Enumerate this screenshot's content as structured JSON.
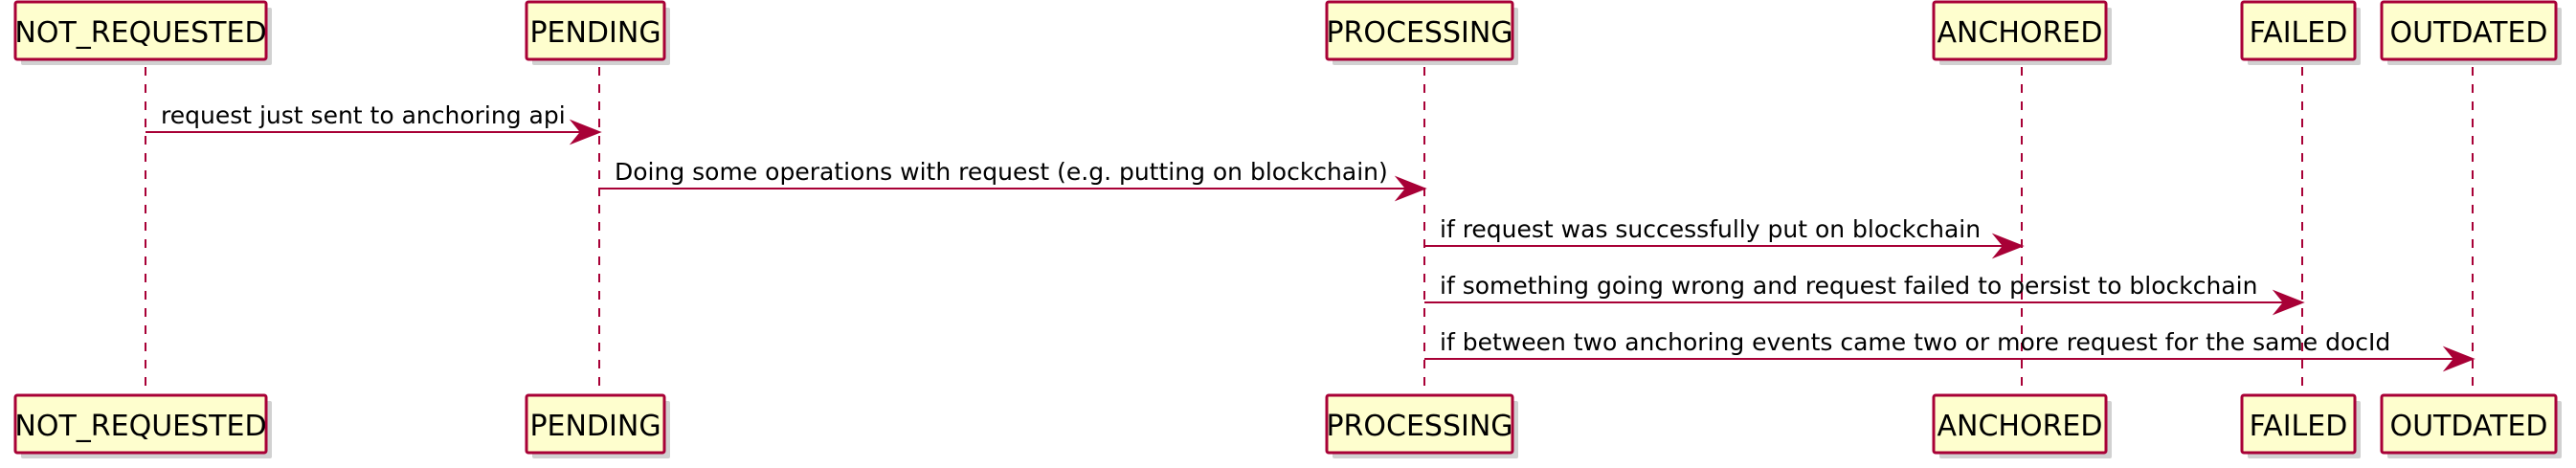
{
  "participants": [
    {
      "id": "not_requested",
      "label": "NOT_REQUESTED"
    },
    {
      "id": "pending",
      "label": "PENDING"
    },
    {
      "id": "processing",
      "label": "PROCESSING"
    },
    {
      "id": "anchored",
      "label": "ANCHORED"
    },
    {
      "id": "failed",
      "label": "FAILED"
    },
    {
      "id": "outdated",
      "label": "OUTDATED"
    }
  ],
  "messages": [
    {
      "from": "not_requested",
      "to": "pending",
      "label": "request just sent to anchoring api"
    },
    {
      "from": "pending",
      "to": "processing",
      "label": "Doing some operations with request (e.g. putting on blockchain)"
    },
    {
      "from": "processing",
      "to": "anchored",
      "label": "if request was successfully put on blockchain"
    },
    {
      "from": "processing",
      "to": "failed",
      "label": "if something going wrong and request failed to persist to blockchain"
    },
    {
      "from": "processing",
      "to": "outdated",
      "label": "if between two anchoring events came two or more request for the same docId"
    }
  ],
  "colors": {
    "box_fill": "#FEFECE",
    "stroke": "#A80036",
    "text": "#000000",
    "background": "#FFFFFF"
  }
}
